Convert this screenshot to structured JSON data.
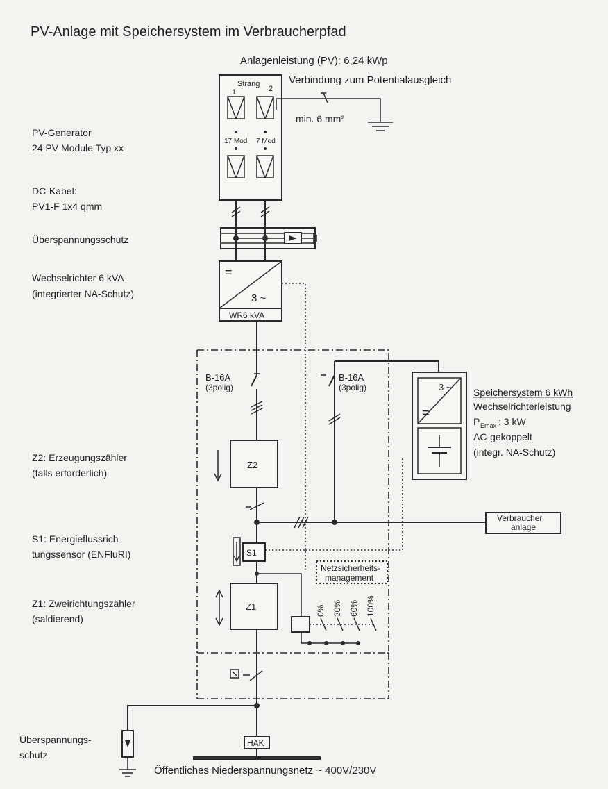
{
  "title": "PV-Anlage mit Speichersystem im Verbraucherpfad",
  "plant_power": "Anlagenleistung (PV): 6,24 kWp",
  "generator": {
    "strang": "Strang",
    "strang1": "1",
    "strang2": "2",
    "mod1": "17 Mod",
    "mod2": "7 Mod"
  },
  "equipotential": {
    "label": "Verbindung zum Potentialausgleich",
    "cross_section": "min. 6 mm²"
  },
  "labels": {
    "pv_generator_1": "PV-Generator",
    "pv_generator_2": "24 PV Module Typ xx",
    "dc_cable_1": "DC-Kabel:",
    "dc_cable_2": "PV1-F 1x4 qmm",
    "surge_protection": "Überspannungsschutz",
    "inverter_1": "Wechselrichter 6 kVA",
    "inverter_2": "(integrierter NA-Schutz)",
    "z2_1": "Z2: Erzeugungszähler",
    "z2_2": "(falls erforderlich)",
    "s1_1": "S1: Energieflussrich-",
    "s1_2": "tungssensor (ENFluRI)",
    "z1_1": "Z1: Zweirichtungszähler",
    "z1_2": "(saldierend)",
    "surge_bottom_1": "Überspannungs-",
    "surge_bottom_2": "schutz"
  },
  "inverter": {
    "tag": "WR6 kVA",
    "dc_symbol": "=",
    "ac_symbol": "3 ~"
  },
  "breakers": [
    {
      "rating": "B-16A",
      "poles": "(3polig)"
    },
    {
      "rating": "B-16A",
      "poles": "(3polig)"
    }
  ],
  "storage": {
    "title": "Speichersystem 6 kWh",
    "line2": "Wechselrichterleistung",
    "power_symbol": "P",
    "power_sub": "Emax",
    "power_value": ": 3 kW",
    "line4": "AC-gekoppelt",
    "line5": "(integr. NA-Schutz)",
    "ac_symbol": "3 ~",
    "dc_symbol": "="
  },
  "meters": {
    "z2": "Z2",
    "s1": "S1",
    "z1": "Z1"
  },
  "consumer": {
    "line1": "Verbraucher",
    "line2": "anlage"
  },
  "grid_management": {
    "line1": "Netzsicherheits-",
    "line2": "management",
    "levels": [
      "0%",
      "30%",
      "60%",
      "100%"
    ]
  },
  "hak": "HAK",
  "grid": "Öffentliches Niederspannungsnetz ~ 400V/230V",
  "colors": {
    "line": "#2a2a2a",
    "background": "#f3f3f1"
  }
}
